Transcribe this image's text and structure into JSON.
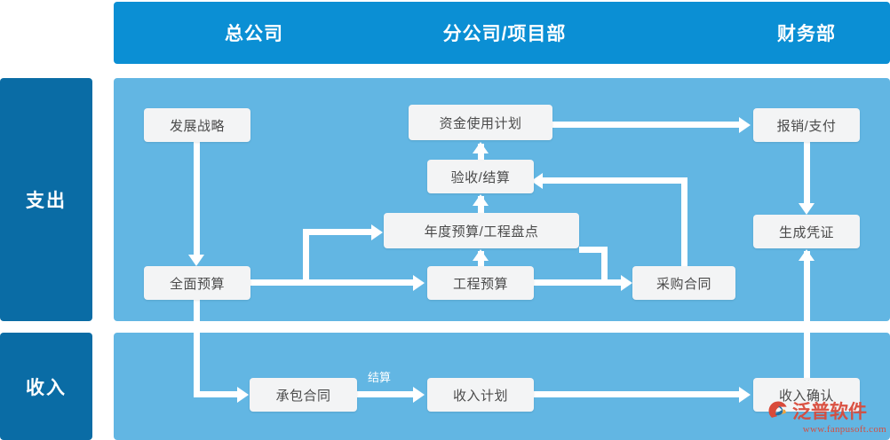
{
  "header": {
    "columns": [
      {
        "id": "head-office",
        "label": "总公司"
      },
      {
        "id": "branch-project",
        "label": "分公司/项目部"
      },
      {
        "id": "finance",
        "label": "财务部"
      }
    ]
  },
  "sidebar": {
    "sections": [
      {
        "id": "expenditure",
        "label": "支出"
      },
      {
        "id": "income",
        "label": "收入"
      }
    ]
  },
  "expenditure": {
    "nodes": [
      {
        "id": "development-strategy",
        "label": "发展战略"
      },
      {
        "id": "overall-budget",
        "label": "全面预算"
      },
      {
        "id": "fund-usage-plan",
        "label": "资金使用计划"
      },
      {
        "id": "acceptance-settlement",
        "label": "验收/结算"
      },
      {
        "id": "annual-budget-project-inventory",
        "label": "年度预算/工程盘点"
      },
      {
        "id": "project-budget",
        "label": "工程预算"
      },
      {
        "id": "purchase-contract",
        "label": "采购合同"
      },
      {
        "id": "reimbursement-payment",
        "label": "报销/支付"
      },
      {
        "id": "generate-voucher",
        "label": "生成凭证"
      }
    ]
  },
  "income": {
    "nodes": [
      {
        "id": "contracting-contract",
        "label": "承包合同"
      },
      {
        "id": "income-plan",
        "label": "收入计划"
      },
      {
        "id": "income-confirmation",
        "label": "收入确认"
      }
    ],
    "edge_labels": [
      {
        "id": "settlement",
        "label": "结算"
      }
    ]
  },
  "watermark": {
    "brand": "泛普软件",
    "url": "www.fanpusoft.com"
  },
  "colors": {
    "header_blue": "#0b8fd4",
    "side_blue": "#0a6ca5",
    "panel_blue": "#62b6e3",
    "node_bg": "#f3f4f5",
    "node_text": "#4a4a4a",
    "connector": "#ffffff",
    "watermark_red": "#d94a3a"
  }
}
